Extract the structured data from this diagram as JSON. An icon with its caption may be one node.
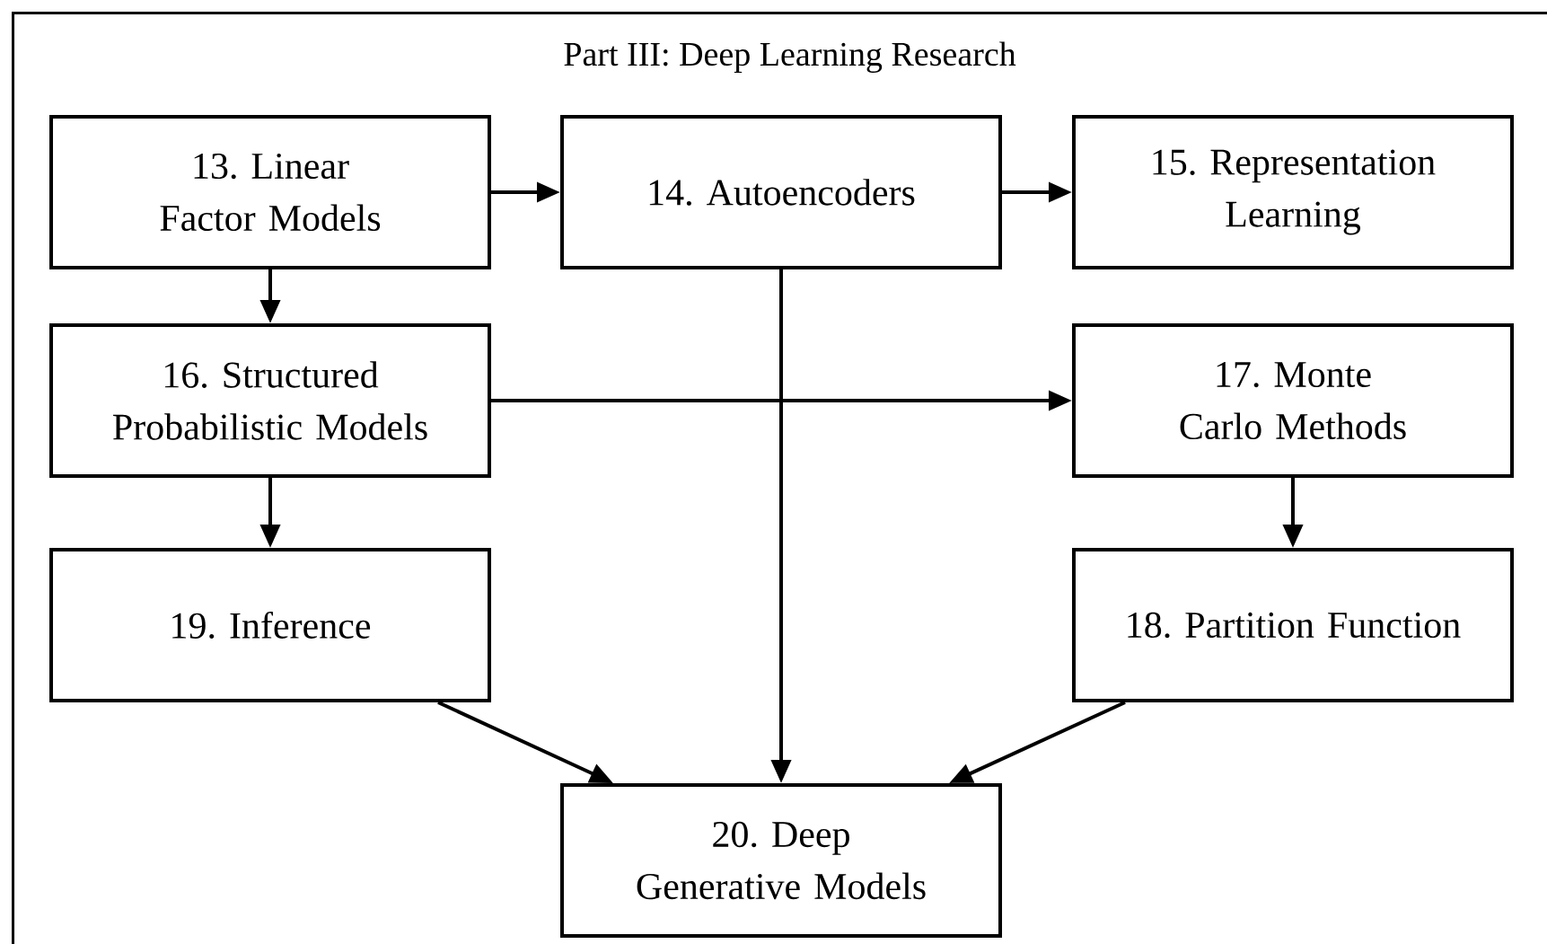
{
  "diagram": {
    "nodes": [
      {
        "text": [
          "Part III: Deep Learning Research"
        ]
      },
      {
        "text": [
          "13. Linear Factor Models"
        ],
        "in": 0
      },
      {
        "text": [
          "14. Autoencoders"
        ],
        "in": 0
      },
      {
        "text": [
          "15. Representation Learning"
        ],
        "in": 0
      },
      {
        "text": [
          "16. Structured Probabilistic Models"
        ],
        "in": 0
      },
      {
        "text": [
          "17. Monte Carlo Methods"
        ],
        "in": 0
      },
      {
        "text": [
          "19. Inference"
        ],
        "in": 0
      },
      {
        "text": [
          "18. Partition Function"
        ],
        "in": 0
      },
      {
        "text": [
          "20. Deep Generative Models"
        ],
        "in": 0
      }
    ],
    "edges": [
      {
        "from": 1,
        "to": 2,
        "arrow": "to"
      },
      {
        "from": 2,
        "to": 3,
        "arrow": "to"
      },
      {
        "from": 1,
        "to": 4,
        "arrow": "to"
      },
      {
        "from": 4,
        "to": 5,
        "arrow": "to"
      },
      {
        "from": 4,
        "to": 6,
        "arrow": "to"
      },
      {
        "from": 5,
        "to": 7,
        "arrow": "to"
      },
      {
        "from": 2,
        "to": 8,
        "arrow": "to"
      },
      {
        "from": 6,
        "to": 8,
        "arrow": "to"
      },
      {
        "from": 7,
        "to": 8,
        "arrow": "to"
      }
    ]
  }
}
